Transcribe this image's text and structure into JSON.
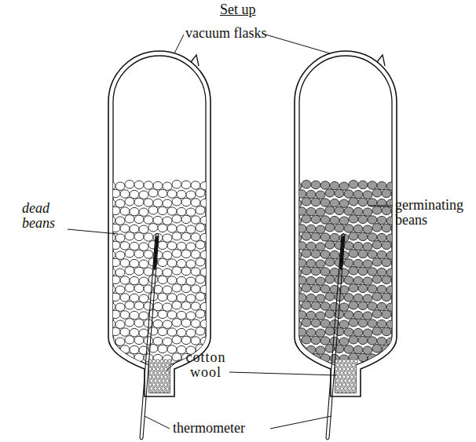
{
  "diagram": {
    "title": "Set up",
    "labels": [
      "vacuum flasks",
      "dead beans",
      "germinating beans",
      "cotton wool",
      "thermometer"
    ]
  }
}
